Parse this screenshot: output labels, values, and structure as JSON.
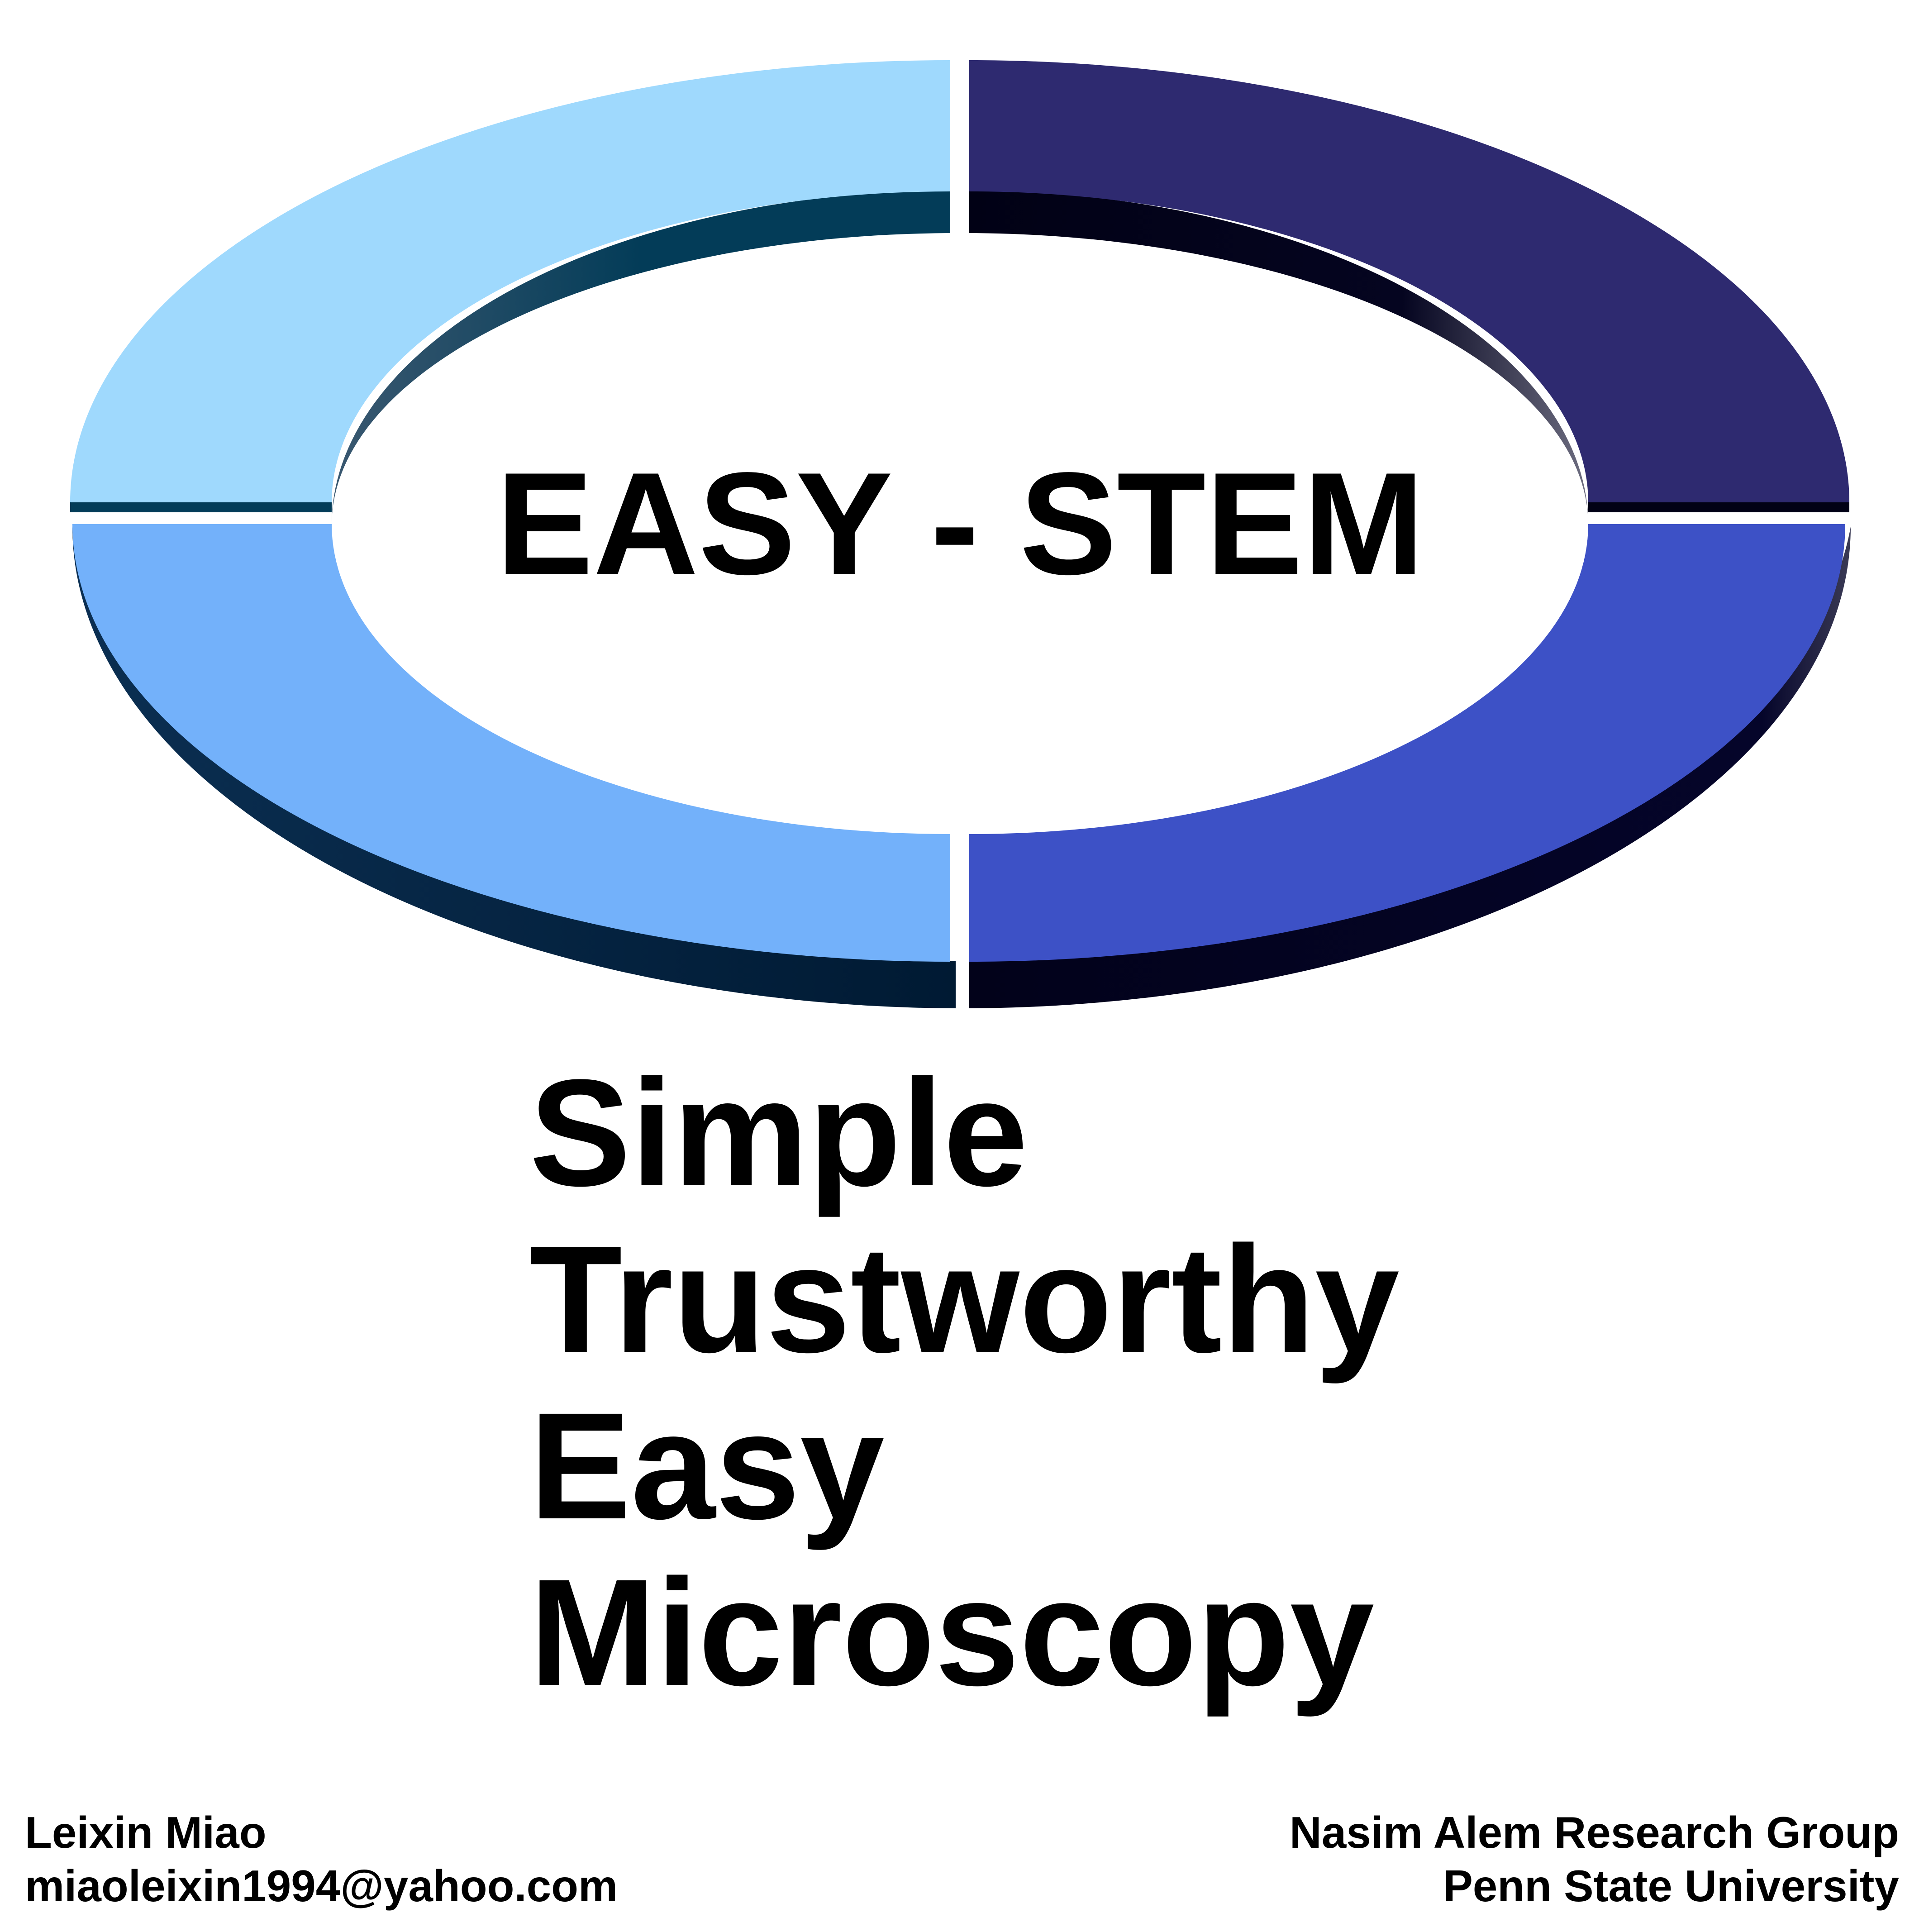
{
  "logo": {
    "title": "EASY - STEM",
    "colors": {
      "top_left": "#9fd9fd",
      "top_right": "#2e2a70",
      "bottom_left": "#73b1fa",
      "bottom_right": "#3d51c6",
      "side_left": "#001f3a",
      "side_right": "#02021a",
      "inner_wall_left": "#033c58",
      "inner_wall_right": "#010115"
    }
  },
  "acronym": {
    "words": [
      "Simple",
      "Trustworthy",
      "Easy",
      "Microscopy"
    ]
  },
  "footer": {
    "author_name": "Leixin Miao",
    "author_email": "miaoleixin1994@yahoo.com",
    "group": "Nasim Alem Research Group",
    "university": "Penn State University"
  }
}
